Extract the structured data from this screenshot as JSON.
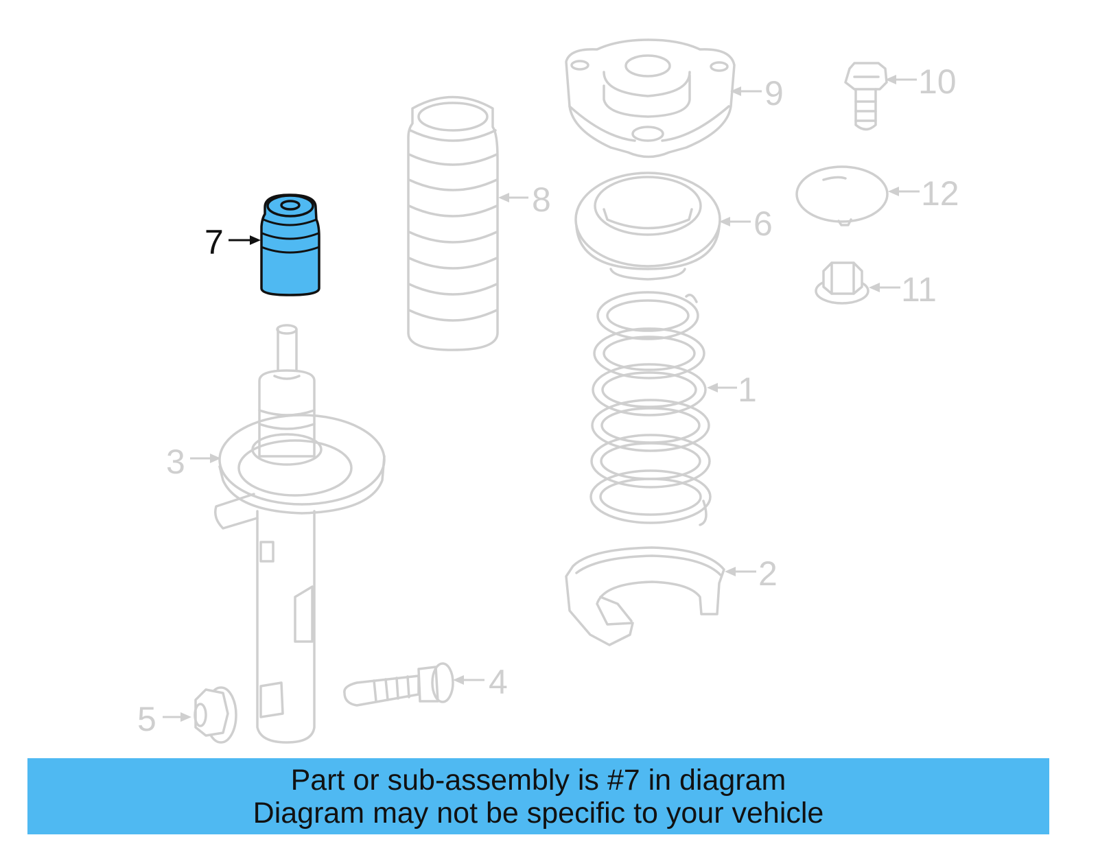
{
  "diagram": {
    "highlighted_part": "7",
    "callouts": [
      "1",
      "2",
      "3",
      "4",
      "5",
      "6",
      "7",
      "8",
      "9",
      "10",
      "11",
      "12"
    ],
    "colors": {
      "highlight": "#4fb9f2",
      "outline": "#cfcfcf",
      "active_text": "#111111"
    }
  },
  "banner": {
    "line1": "Part or sub-assembly is #7 in diagram",
    "line2": "Diagram may not be specific to your vehicle"
  }
}
